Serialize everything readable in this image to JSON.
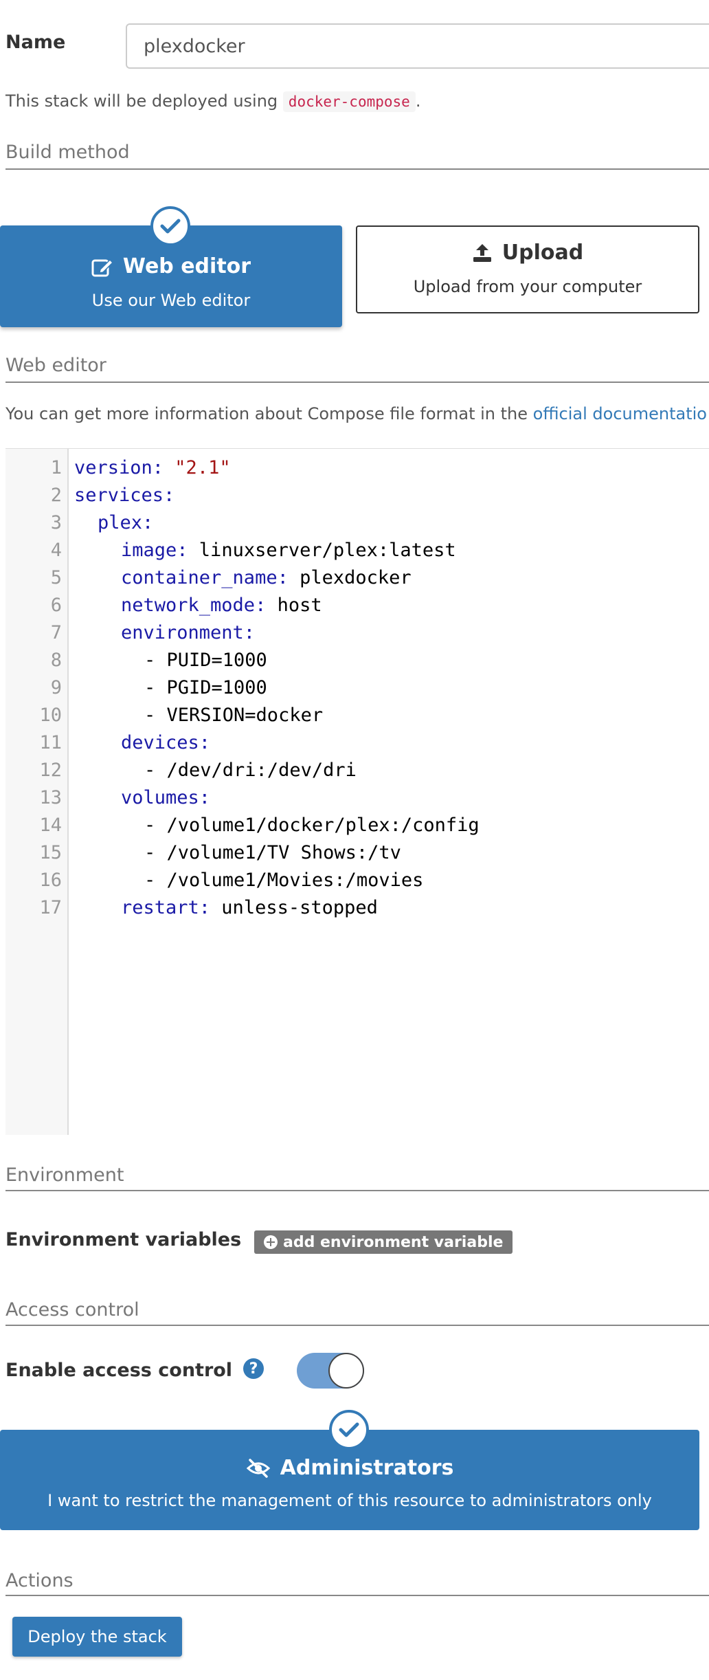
{
  "form": {
    "name_label": "Name",
    "name_value": "plexdocker",
    "deploy_note_prefix": "This stack will be deployed using",
    "deploy_note_code": "docker-compose",
    "deploy_note_suffix": "."
  },
  "build_method": {
    "section_title": "Build method",
    "web_editor_title": "Web editor",
    "web_editor_sub": "Use our Web editor",
    "upload_title": "Upload",
    "upload_sub": "Upload from your computer",
    "selected": "web_editor"
  },
  "web_editor": {
    "section_title": "Web editor",
    "info_text": "You can get more information about Compose file format in the",
    "info_link": "official documentatio",
    "code_lines": [
      {
        "n": "1",
        "key": "version:",
        "val": "\"2.1\"",
        "indent": 0,
        "type": "string"
      },
      {
        "n": "2",
        "key": "services:",
        "val": "",
        "indent": 0,
        "type": "key"
      },
      {
        "n": "3",
        "key": "plex:",
        "val": "",
        "indent": 1,
        "type": "key"
      },
      {
        "n": "4",
        "key": "image:",
        "val": "linuxserver/plex:latest",
        "indent": 2,
        "type": "plain"
      },
      {
        "n": "5",
        "key": "container_name:",
        "val": "plexdocker",
        "indent": 2,
        "type": "plain"
      },
      {
        "n": "6",
        "key": "network_mode:",
        "val": "host",
        "indent": 2,
        "type": "plain"
      },
      {
        "n": "7",
        "key": "environment:",
        "val": "",
        "indent": 2,
        "type": "key"
      },
      {
        "n": "8",
        "key": "",
        "val": "- PUID=1000",
        "indent": 3,
        "type": "plain"
      },
      {
        "n": "9",
        "key": "",
        "val": "- PGID=1000",
        "indent": 3,
        "type": "plain"
      },
      {
        "n": "10",
        "key": "",
        "val": "- VERSION=docker",
        "indent": 3,
        "type": "plain"
      },
      {
        "n": "11",
        "key": "devices:",
        "val": "",
        "indent": 2,
        "type": "key"
      },
      {
        "n": "12",
        "key": "",
        "val": "- /dev/dri:/dev/dri",
        "indent": 3,
        "type": "plain"
      },
      {
        "n": "13",
        "key": "volumes:",
        "val": "",
        "indent": 2,
        "type": "key"
      },
      {
        "n": "14",
        "key": "",
        "val": "- /volume1/docker/plex:/config",
        "indent": 3,
        "type": "plain"
      },
      {
        "n": "15",
        "key": "",
        "val": "- /volume1/TV Shows:/tv",
        "indent": 3,
        "type": "plain"
      },
      {
        "n": "16",
        "key": "",
        "val": "- /volume1/Movies:/movies",
        "indent": 3,
        "type": "plain"
      },
      {
        "n": "17",
        "key": "restart:",
        "val": "unless-stopped",
        "indent": 2,
        "type": "plain"
      }
    ]
  },
  "environment": {
    "section_title": "Environment",
    "variables_label": "Environment variables",
    "add_button": "add environment variable"
  },
  "access_control": {
    "section_title": "Access control",
    "enable_label": "Enable access control",
    "help_icon": "?",
    "enabled": true,
    "admin_title": "Administrators",
    "admin_sub": "I want to restrict the management of this resource to administrators only"
  },
  "actions": {
    "section_title": "Actions",
    "deploy_button": "Deploy the stack"
  },
  "colors": {
    "primary": "#337ab7",
    "code_key": "#1a1aa6",
    "code_string": "#a31515",
    "code_inline": "#c7254e"
  }
}
